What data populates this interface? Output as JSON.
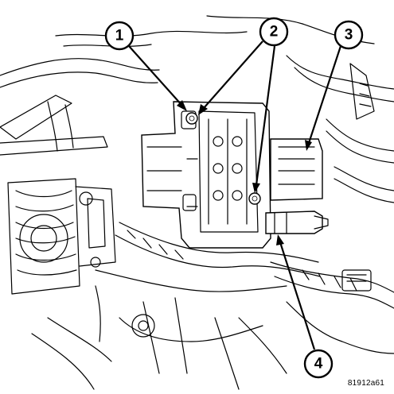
{
  "diagram": {
    "callouts": [
      {
        "label": "1"
      },
      {
        "label": "2"
      },
      {
        "label": "3"
      },
      {
        "label": "4"
      }
    ],
    "figure_id": "81912a61"
  }
}
